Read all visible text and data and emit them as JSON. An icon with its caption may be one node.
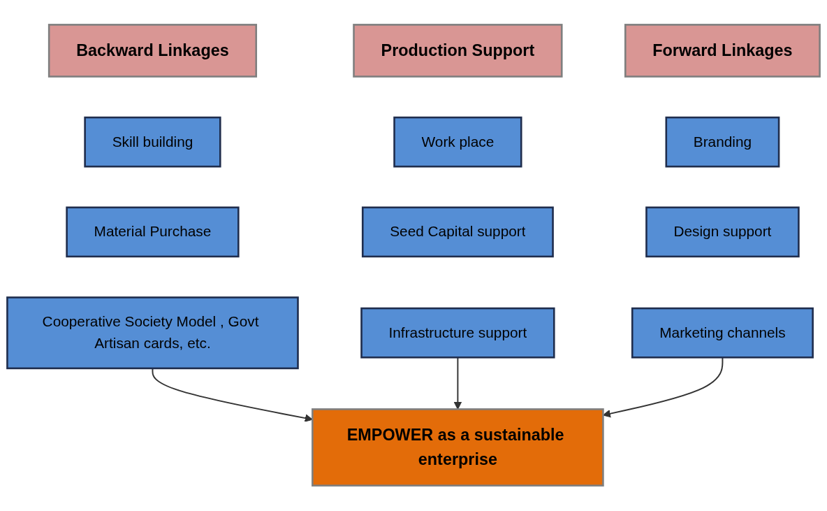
{
  "diagram": {
    "nodes": [
      {
        "text": [
          "Backward Linkages"
        ]
      },
      {
        "text": [
          "Production Support"
        ]
      },
      {
        "text": [
          "Forward Linkages"
        ]
      },
      {
        "text": [
          "Skill building"
        ]
      },
      {
        "text": [
          "Work place"
        ]
      },
      {
        "text": [
          "Branding"
        ]
      },
      {
        "text": [
          "Material Purchase"
        ]
      },
      {
        "text": [
          "Seed Capital support"
        ]
      },
      {
        "text": [
          "Design support"
        ]
      },
      {
        "text": [
          "Cooperative Society Model , Govt Artisan cards, etc."
        ]
      },
      {
        "text": [
          "Infrastructure support"
        ]
      },
      {
        "text": [
          "Marketing channels"
        ]
      },
      {
        "text": [
          "EMPOWER as a sustainable enterprise"
        ]
      }
    ],
    "edges": [
      {
        "from": 9,
        "to": 12,
        "arrow": "to"
      },
      {
        "from": 10,
        "to": 12,
        "arrow": "to"
      },
      {
        "from": 11,
        "to": 12,
        "arrow": "to"
      }
    ]
  }
}
